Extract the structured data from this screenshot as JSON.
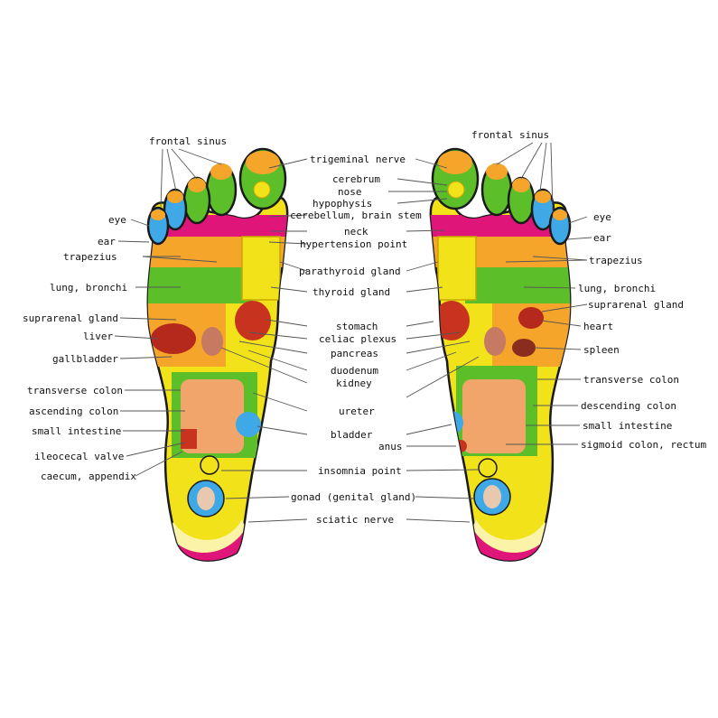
{
  "title": "",
  "colors": {
    "outline": "#1a1a1a",
    "yellow": "#f2e21a",
    "orange": "#f5a52a",
    "green": "#5cbf2a",
    "magenta": "#e0157a",
    "blue": "#3fa9e8",
    "red": "#d72a1f",
    "pale_yellow": "#fbf3a8"
  },
  "left_labels": {
    "frontal_sinus": "frontal sinus",
    "eye": "eye",
    "ear": "ear",
    "trapezius": "trapezius",
    "lung_bronchi": "lung, bronchi",
    "suprarenal_gland": "suprarenal gland",
    "liver": "liver",
    "gallbladder": "gallbladder",
    "transverse_colon": "transverse colon",
    "ascending_colon": "ascending colon",
    "small_intestine": "small intestine",
    "ileocecal_valve": "ileocecal valve",
    "caecum_appendix": "caecum, appendix"
  },
  "center_labels": {
    "trigeminal_nerve": "trigeminal nerve",
    "cerebrum": "cerebrum",
    "nose": "nose",
    "hypophysis": "hypophysis",
    "cerebellum_brain_stem": "cerebellum, brain stem",
    "neck": "neck",
    "hypertension_point": "hypertension point",
    "parathyroid_gland": "parathyroid gland",
    "thyroid_gland": "thyroid gland",
    "stomach": "stomach",
    "celiac_plexus": "celiac plexus",
    "pancreas": "pancreas",
    "duodenum": "duodenum",
    "kidney": "kidney",
    "ureter": "ureter",
    "bladder": "bladder",
    "anus": "anus",
    "insomnia_point": "insomnia point",
    "gonad": "gonad (genital gland)",
    "sciatic_nerve": "sciatic nerve"
  },
  "right_labels": {
    "frontal_sinus": "frontal sinus",
    "eye": "eye",
    "ear": "ear",
    "trapezius": "trapezius",
    "lung_bronchi": "lung, bronchi",
    "suprarenal_gland": "suprarenal gland",
    "heart": "heart",
    "spleen": "spleen",
    "transverse_colon": "transverse colon",
    "descending_colon": "descending colon",
    "small_intestine": "small intestine",
    "sigmoid_colon_rectum": "sigmoid colon, rectum"
  }
}
